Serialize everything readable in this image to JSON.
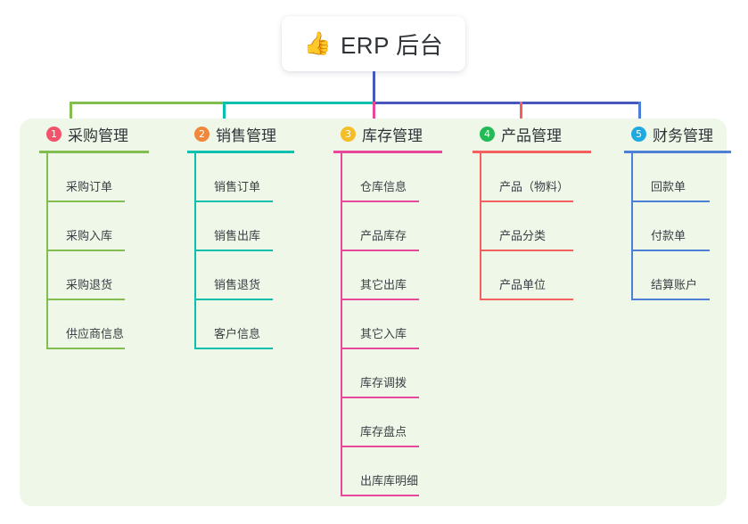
{
  "root": {
    "emoji": "👍",
    "emoji_name": "thumbs-up-icon",
    "title": "ERP 后台"
  },
  "colors": {
    "panel_bg": "#eef7e8",
    "stem": "#4657c0",
    "connector_green": "#82bd50",
    "connector_teal": "#09bfae",
    "connector_indigo": "#4657c0"
  },
  "columns": [
    {
      "badge": "1",
      "badge_color": "#f2536b",
      "title": "采购管理",
      "accent": "#82bd50",
      "items": [
        "采购订单",
        "采购入库",
        "采购退货",
        "供应商信息"
      ]
    },
    {
      "badge": "2",
      "badge_color": "#f0883c",
      "title": "销售管理",
      "accent": "#09bfae",
      "items": [
        "销售订单",
        "销售出库",
        "销售退货",
        "客户信息"
      ]
    },
    {
      "badge": "3",
      "badge_color": "#f5bd28",
      "title": "库存管理",
      "accent": "#e8489c",
      "items": [
        "仓库信息",
        "产品库存",
        "其它出库",
        "其它入库",
        "库存调拨",
        "库存盘点",
        "出库库明细"
      ]
    },
    {
      "badge": "4",
      "badge_color": "#22bb55",
      "title": "产品管理",
      "accent": "#f4605e",
      "items": [
        "产品（物料）",
        "产品分类",
        "产品单位"
      ]
    },
    {
      "badge": "5",
      "badge_color": "#1eaae0",
      "title": "财务管理",
      "accent": "#4c7fd6",
      "items": [
        "回款单",
        "付款单",
        "结算账户"
      ]
    }
  ]
}
